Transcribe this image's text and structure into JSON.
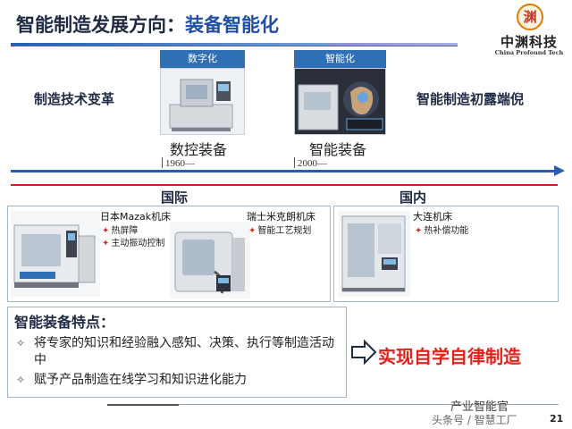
{
  "header": {
    "title_main": "智能制造发展方向：",
    "title_highlight": "装备智能化",
    "logo_seal": "渊",
    "logo_cn": "中渊科技",
    "logo_en": "China Profound Tech"
  },
  "top": {
    "left_text": "制造技术变革",
    "right_text": "智能制造初露端倪",
    "stage1": {
      "tag": "数字化",
      "caption": "数控装备",
      "year": "1960—"
    },
    "stage2": {
      "tag": "智能化",
      "caption": "智能装备",
      "year": "2000—"
    }
  },
  "intl": {
    "label": "国际",
    "mazak": {
      "title": "日本Mazak机床",
      "features": [
        "热屏障",
        "主动振动控制"
      ]
    },
    "mikron": {
      "title": "瑞士米克朗机床",
      "features": [
        "智能工艺规划"
      ]
    }
  },
  "domestic": {
    "label": "国内",
    "dalian": {
      "title": "大连机床",
      "features": [
        "热补偿功能"
      ]
    }
  },
  "features": {
    "title": "智能装备特点：",
    "items": [
      "将专家的知识和经验融入感知、决策、执行等制造活动中",
      "赋予产品制造在线学习和知识进化能力"
    ],
    "bullet": "✧"
  },
  "conclusion": "实现自学自律制造",
  "footer": {
    "watermark_top": "产业智能官",
    "watermark_bottom": "头条号 / 智慧工厂",
    "page_number": "21"
  },
  "colors": {
    "accent_blue": "#2a5db0",
    "red": "#e0221c",
    "tag_blue": "#2f6fb5"
  }
}
